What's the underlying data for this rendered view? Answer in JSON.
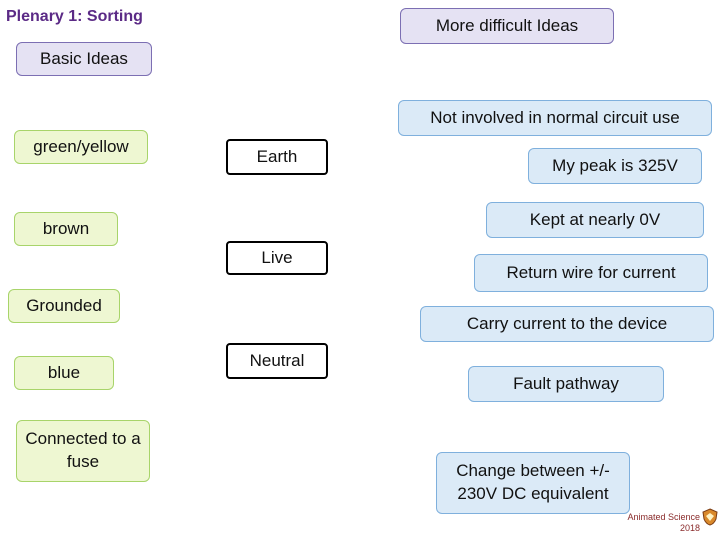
{
  "header": {
    "title": "Plenary 1: Sorting",
    "more_difficult": "More difficult Ideas",
    "basic": "Basic Ideas"
  },
  "left_cards": [
    "green/yellow",
    "brown",
    "Grounded",
    "blue",
    "Connected to a fuse"
  ],
  "center_cards": [
    "Earth",
    "Live",
    "Neutral"
  ],
  "right_cards": [
    "Not involved in normal circuit use",
    "My peak is 325V",
    "Kept at nearly 0V",
    "Return wire for current",
    "Carry current to the device",
    "Fault pathway",
    "Change between +/- 230V DC equivalent"
  ],
  "logo": {
    "line1": "Animated Science",
    "line2": "2018"
  },
  "colors": {
    "title": "#5b2a86",
    "green_fill": "#eef7d2",
    "purple_fill": "#e5e2f3",
    "blue_fill": "#dbeaf7"
  }
}
